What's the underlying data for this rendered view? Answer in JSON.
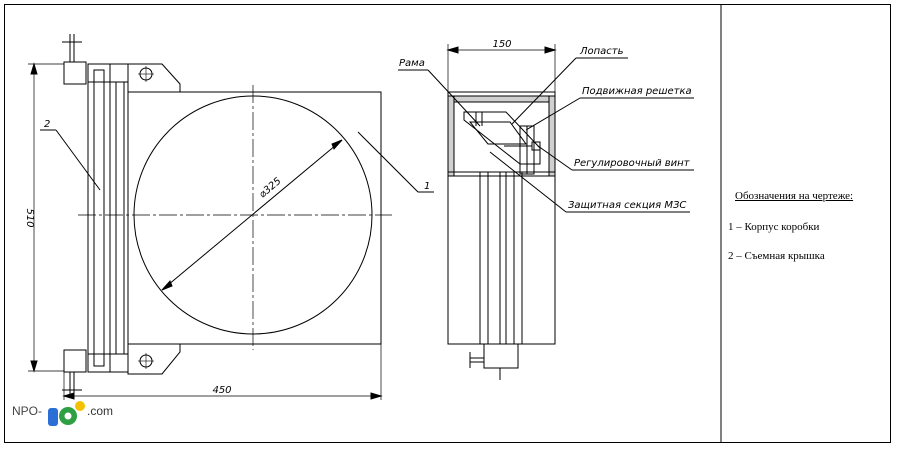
{
  "drawing": {
    "front_view": {
      "dim_height": "510",
      "dim_width": "450",
      "dim_diameter": "⌀325",
      "leader_1": "1",
      "leader_2": "2"
    },
    "side_view": {
      "dim_width": "150",
      "label_frame": "Рама",
      "label_blade": "Лопасть",
      "label_grille": "Подвижная решетка",
      "label_screw": "Регулировочный винт",
      "label_section": "Защитная секция МЗС"
    }
  },
  "legend": {
    "title": "Обозначения на чертеже:",
    "items": [
      "1 – Корпус коробки",
      "2 – Съемная крышка"
    ]
  },
  "logo": {
    "prefix": "NPO-",
    "suffix": ".com",
    "colors": {
      "blue": "#2b6fd6",
      "yellow": "#f2c200",
      "green": "#2ea043",
      "red": "#d9302c"
    }
  }
}
